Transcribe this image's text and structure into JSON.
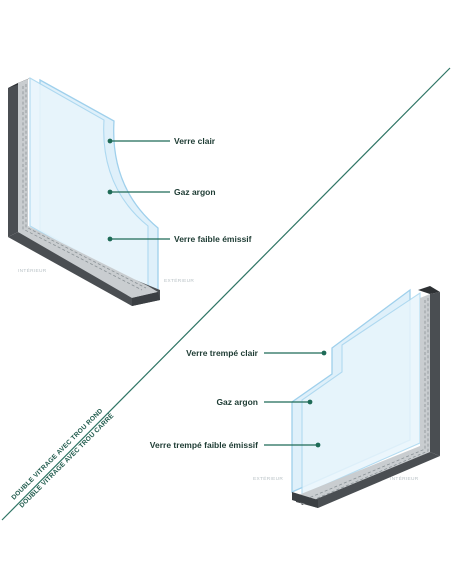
{
  "colors": {
    "accent": "#1f6b57",
    "label_text": "#1d3b33",
    "frame_dark": "#4a4e52",
    "frame_top": "#2e3134",
    "spacer_grey": "#c9cdd0",
    "glass_fill": "#dff0fa",
    "glass_edge": "#9fd0ec",
    "side_label": "#b9c2c6"
  },
  "top_unit": {
    "callouts": [
      {
        "label": "Verre clair"
      },
      {
        "label": "Gaz argon"
      },
      {
        "label": "Verre faible émissif"
      }
    ],
    "interior_label": "INTÉRIEUR",
    "exterior_label": "EXTÉRIEUR"
  },
  "bottom_unit": {
    "callouts": [
      {
        "label": "Verre trempé clair"
      },
      {
        "label": "Gaz argon"
      },
      {
        "label": "Verre trempé faible émissif"
      }
    ],
    "exterior_label": "EXTÉRIEUR",
    "interior_label": "INTÉRIEUR"
  },
  "diagonal_titles": {
    "upper": "DOUBLE VITRAGE AVEC TROU ROND",
    "lower": "DOUBLE VITRAGE AVEC TROU CARRÉ"
  }
}
